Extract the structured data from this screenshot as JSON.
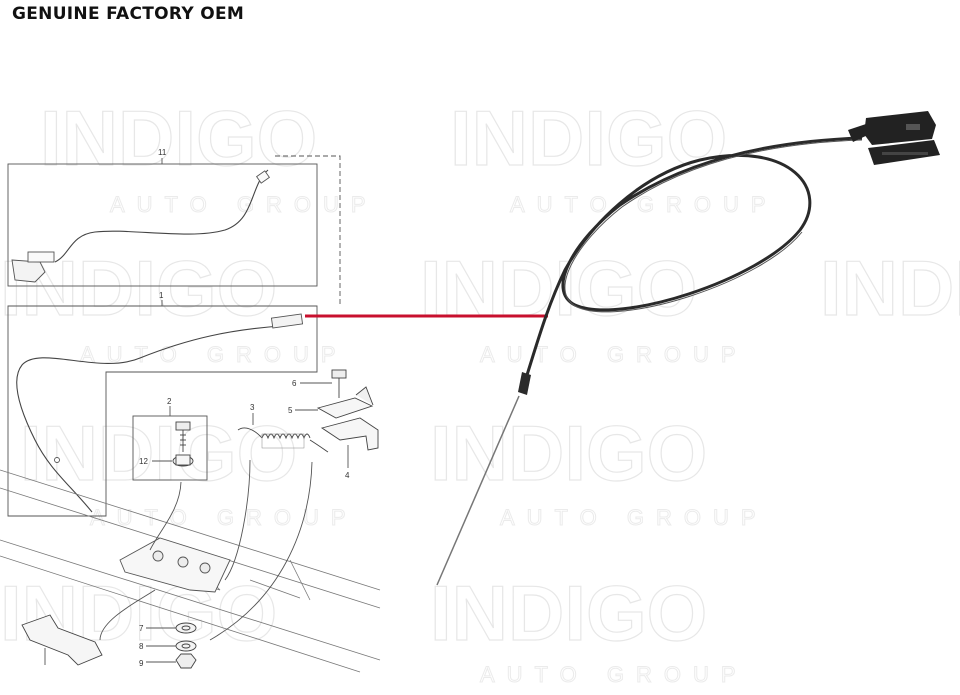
{
  "header": {
    "title": "GENUINE FACTORY OEM"
  },
  "watermark": {
    "brand": "INDIGO",
    "sub": "AUTO GROUP"
  },
  "callouts": {
    "c1": "1",
    "c2": "2",
    "c3": "3",
    "c4": "4",
    "c5": "5",
    "c6": "6",
    "c7": "7",
    "c8": "8",
    "c9": "9",
    "c11": "11",
    "c12": "12"
  },
  "colors": {
    "highlight": "#c8102e",
    "cable": "#2a2a2a",
    "linework": "#555555"
  },
  "icons": {
    "part_photo": "hood-release-cable-photo"
  }
}
